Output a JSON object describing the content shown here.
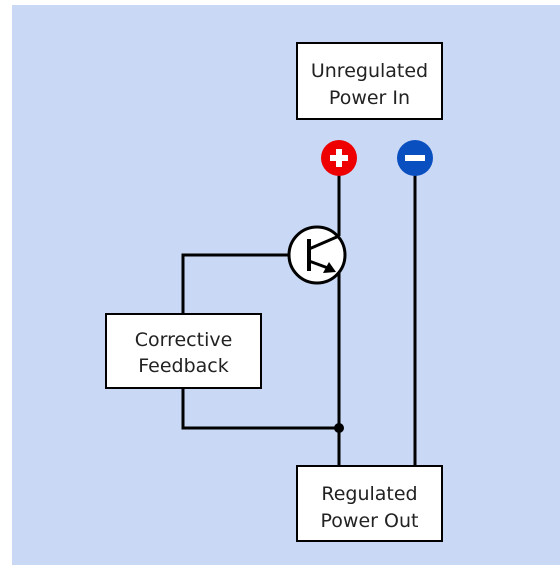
{
  "colors": {
    "background": "#c9d8f5",
    "positive_terminal": "#ee0000",
    "negative_terminal": "#0a4fbf",
    "wire": "#000000",
    "box_fill": "#ffffff"
  },
  "boxes": {
    "unregulated_input": {
      "line1": "Unregulated",
      "line2": "Power In"
    },
    "corrective_feedback": {
      "line1": "Corrective",
      "line2": "Feedback"
    },
    "regulated_output": {
      "line1": "Regulated",
      "line2": "Power Out"
    }
  },
  "terminals": {
    "positive": {
      "polarity": "positive",
      "icon": "plus-terminal-icon"
    },
    "negative": {
      "polarity": "negative",
      "icon": "minus-terminal-icon"
    }
  },
  "components": {
    "pass_element": {
      "type": "npn-transistor",
      "icon": "npn-transistor-icon"
    },
    "junction": {
      "icon": "junction-dot-icon"
    }
  }
}
